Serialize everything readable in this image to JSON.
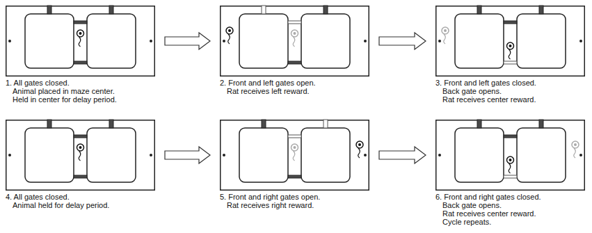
{
  "diagram": {
    "nodes": [
      {
        "text": [
          "1. All gates closed.",
          "Animal placed in maze center.",
          "Held in center for delay period."
        ]
      },
      {
        "text": [
          "2. Front and left gates open.",
          "Rat receives left reward."
        ]
      },
      {
        "text": [
          "3. Front and left gates closed.",
          "Back gate opens.",
          "Rat receives center reward."
        ]
      },
      {
        "text": [
          "4. All gates closed.",
          "Animal held for delay period."
        ]
      },
      {
        "text": [
          "5. Front and right gates open.",
          "Rat receives right reward."
        ]
      },
      {
        "text": [
          "6. Front and right gates closed.",
          "Back gate opens.",
          "Rat receives center reward.",
          "Cycle repeats."
        ]
      }
    ],
    "edges": [
      {
        "from": 0,
        "to": 1,
        "arrow": "to"
      },
      {
        "from": 1,
        "to": 2,
        "arrow": "to"
      },
      {
        "from": 3,
        "to": 4,
        "arrow": "to"
      },
      {
        "from": 4,
        "to": 5,
        "arrow": "to"
      }
    ]
  }
}
